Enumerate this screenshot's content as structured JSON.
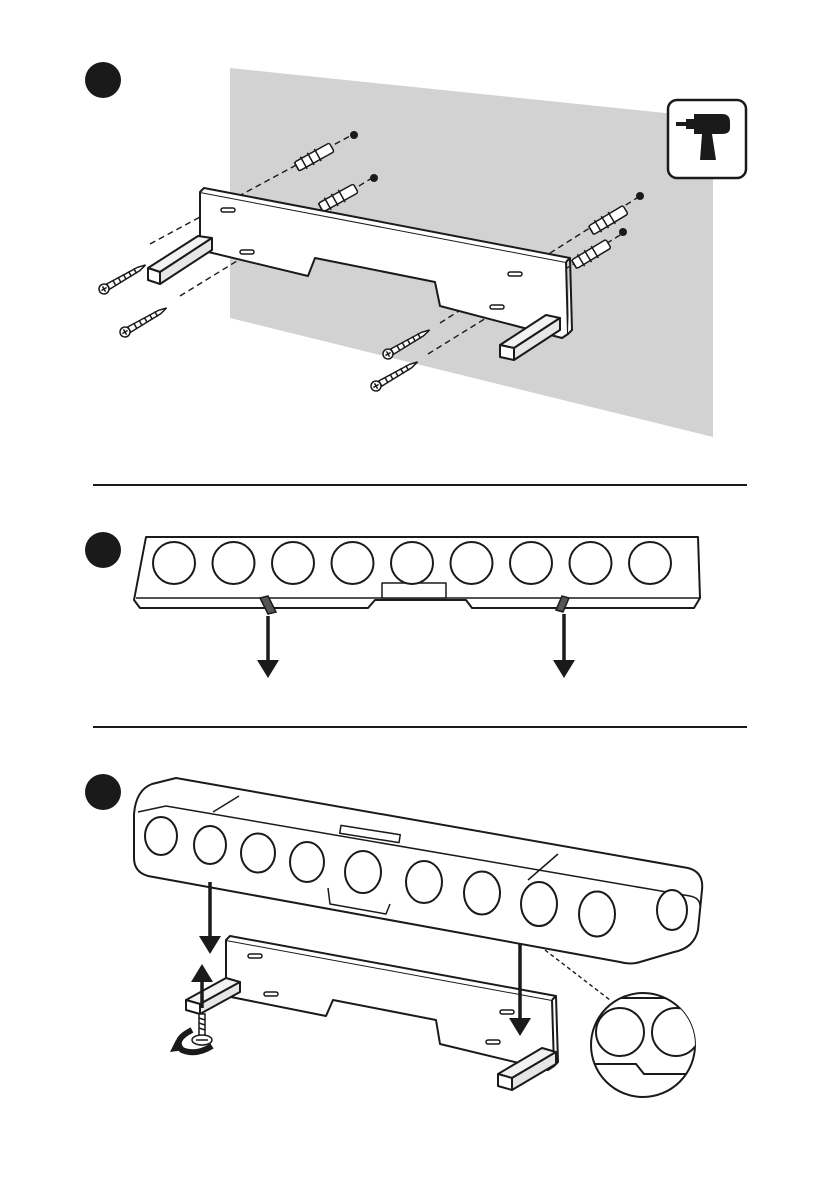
{
  "steps": [
    {
      "id": "step-1",
      "badge": "",
      "description": ""
    },
    {
      "id": "step-2",
      "badge": "",
      "description": ""
    },
    {
      "id": "step-3",
      "badge": "",
      "description": ""
    }
  ],
  "icons": {
    "step1": [
      "drill-icon",
      "wall-plug-icon",
      "screw-icon"
    ],
    "step2": [
      "arrow-down-icon"
    ],
    "step3": [
      "arrow-down-icon",
      "arrow-up-icon",
      "rotate-icon",
      "zoom-detail-icon"
    ]
  },
  "colors": {
    "ink": "#1a1a1a",
    "wall": "#d2d2d2",
    "paper": "#ffffff",
    "foot": "#f2f2f2"
  }
}
